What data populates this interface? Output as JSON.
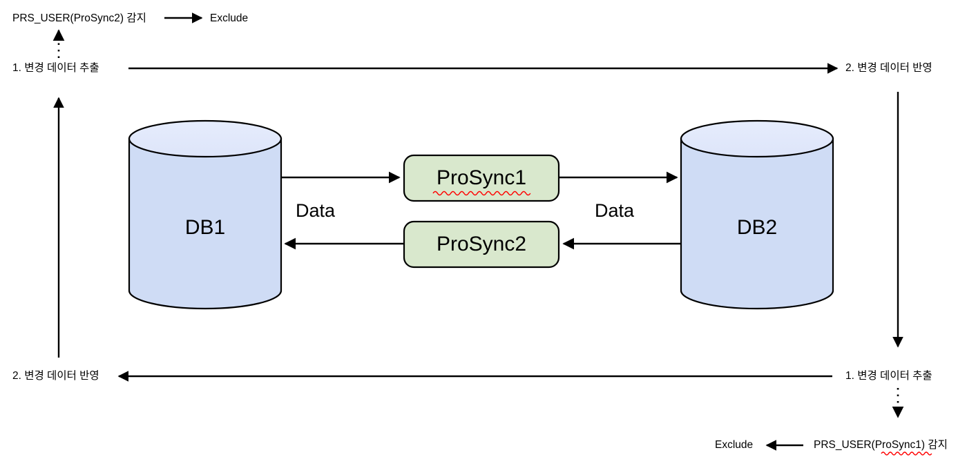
{
  "diagram": {
    "title": "ProSync bidirectional database replication",
    "colors": {
      "cylinder_body": "#cfdcf5",
      "cylinder_top": "#e3e9fb",
      "box_fill": "#d9e8cd",
      "stroke": "#000000",
      "spellcheck_underline": "#ff0000",
      "background": "#ffffff"
    },
    "databases": [
      {
        "id": "db1",
        "label": "DB1"
      },
      {
        "id": "db2",
        "label": "DB2"
      }
    ],
    "processes": [
      {
        "id": "prosync1",
        "label": "ProSync1",
        "spellcheck_underline": true
      },
      {
        "id": "prosync2",
        "label": "ProSync2",
        "spellcheck_underline": false
      }
    ],
    "flow_labels": [
      {
        "id": "data-left",
        "label": "Data"
      },
      {
        "id": "data-right",
        "label": "Data"
      }
    ],
    "steps": {
      "top_left": "1. 변경 데이터 추출",
      "top_right": "2. 변경 데이터 반영",
      "bottom_left": "2. 변경 데이터 반영",
      "bottom_right": "1. 변경 데이터 추출"
    },
    "detections": [
      {
        "id": "top-detection",
        "source": "PRS_USER(ProSync2) 감지",
        "action": "Exclude",
        "spellcheck_underline": false
      },
      {
        "id": "bottom-detection",
        "source": "PRS_USER(ProSync1) 감지",
        "action": "Exclude",
        "spellcheck_underline": true
      }
    ]
  }
}
